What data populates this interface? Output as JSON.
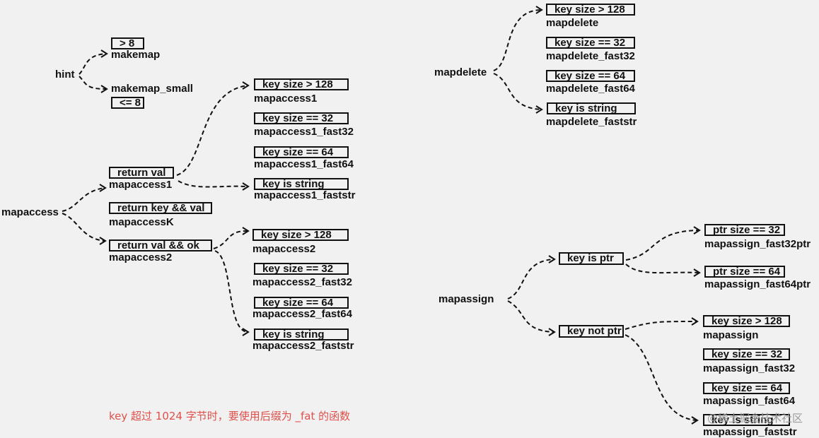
{
  "roots": {
    "hint": "hint",
    "mapaccess": "mapaccess",
    "mapdelete": "mapdelete",
    "mapassign": "mapassign"
  },
  "hint_branch": {
    "gt8_cond": "> 8",
    "gt8_func": "makemap",
    "le8_func": "makemap_small",
    "le8_cond": "<= 8"
  },
  "mapaccess_branch": {
    "ret_val_cond": "return val",
    "ret_val_func": "mapaccess1",
    "ret_kv_cond": "return key && val",
    "ret_kv_func": "mapaccessK",
    "ret_ok_cond": "return val && ok",
    "ret_ok_func": "mapaccess2"
  },
  "mapaccess1_variants": [
    {
      "cond": "key size > 128",
      "func": "mapaccess1"
    },
    {
      "cond": "key size == 32",
      "func": "mapaccess1_fast32"
    },
    {
      "cond": "key size == 64",
      "func": "mapaccess1_fast64"
    },
    {
      "cond": "key is string",
      "func": "mapaccess1_faststr"
    }
  ],
  "mapaccess2_variants": [
    {
      "cond": "key size > 128",
      "func": "mapaccess2"
    },
    {
      "cond": "key size == 32",
      "func": "mapaccess2_fast32"
    },
    {
      "cond": "key size == 64",
      "func": "mapaccess2_fast64"
    },
    {
      "cond": "key is string",
      "func": "mapaccess2_faststr"
    }
  ],
  "mapdelete_variants": [
    {
      "cond": "key size > 128",
      "func": "mapdelete"
    },
    {
      "cond": "key size == 32",
      "func": "mapdelete_fast32"
    },
    {
      "cond": "key size == 64",
      "func": "mapdelete_fast64"
    },
    {
      "cond": "key is string",
      "func": "mapdelete_faststr"
    }
  ],
  "mapassign_branch": {
    "ptr_cond": "key is ptr",
    "notptr_cond": "key not ptr"
  },
  "mapassign_ptr_variants": [
    {
      "cond": "ptr size == 32",
      "func": "mapassign_fast32ptr"
    },
    {
      "cond": "ptr size == 64",
      "func": "mapassign_fast64ptr"
    }
  ],
  "mapassign_notptr_variants": [
    {
      "cond": "key size > 128",
      "func": "mapassign"
    },
    {
      "cond": "key size == 32",
      "func": "mapassign_fast32"
    },
    {
      "cond": "key size == 64",
      "func": "mapassign_fast64"
    },
    {
      "cond": "key is string",
      "func": "mapassign_faststr"
    }
  ],
  "note": "key 超过 1024 字节时，要使用后缀为 _fat 的函数",
  "watermark": "@稀土掘金技术社区",
  "colors": {
    "background": "#f1f1f1",
    "ink": "#111111",
    "note": "#e0504a",
    "watermark": "#9a9a9a"
  }
}
